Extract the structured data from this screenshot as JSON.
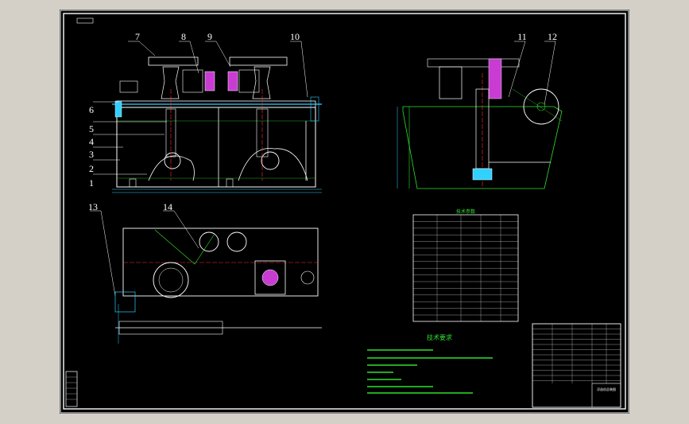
{
  "drawing": {
    "part_numbers": [
      "1",
      "2",
      "3",
      "4",
      "5",
      "6",
      "7",
      "8",
      "9",
      "10",
      "11",
      "12",
      "13",
      "14"
    ],
    "parameter_table_title": "技术参数",
    "tech_requirements_title": "技术要求",
    "title_block_name": "浮选机总装图",
    "colors": {
      "background": "#000000",
      "frame": "#ffffff",
      "outline": "#ffffff",
      "centerline": "#ff3030",
      "dimension": "#30d0ff",
      "hatch": "#2fe02f",
      "part": "#c83cd2",
      "motor": "#e8e8e8"
    }
  }
}
